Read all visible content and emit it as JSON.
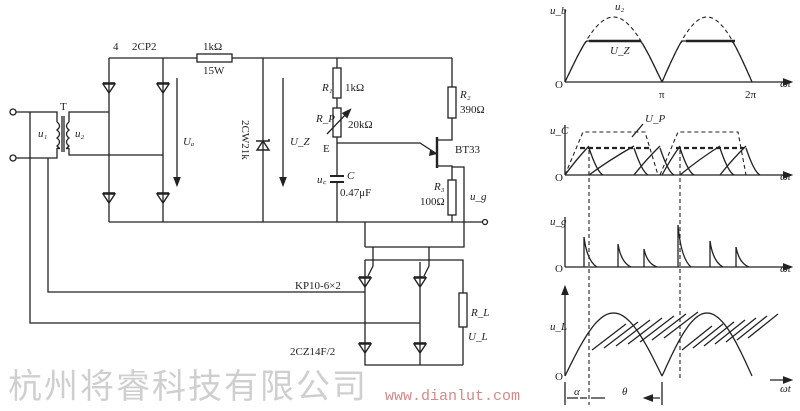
{
  "circuit": {
    "transformer_label": "T",
    "primary_label": "u₁",
    "secondary_label": "u₂",
    "bridge_diode_count": "4",
    "bridge_diode_type": "2CP2",
    "series_resistor_value": "1kΩ",
    "series_resistor_power": "15W",
    "rectified_voltage_label": "Uₐ",
    "zener_type": "2CW21k",
    "zener_voltage_label": "U_Z",
    "r1_label": "R₁",
    "r1_value": "1kΩ",
    "rp_label": "R_P",
    "rp_value": "20kΩ",
    "emitter_label": "E",
    "cap_voltage_label": "u꜀",
    "cap_label": "C",
    "cap_value": "0.47μF",
    "r2_label": "R₂",
    "r2_value": "390Ω",
    "ujt_label": "BT33",
    "r3_label": "R₃",
    "r3_value": "100Ω",
    "gate_voltage_label": "u_g",
    "thyristor_type": "KP10-6×2",
    "diode_type": "2CZ14F/2",
    "load_label": "R_L",
    "load_voltage_label": "U_L"
  },
  "waveforms": {
    "plot1": {
      "y_label": "u_b",
      "dashed_label": "u₂",
      "flat_label": "U_Z",
      "origin": "O",
      "pi": "π",
      "two_pi": "2π",
      "x_label": "ωt"
    },
    "plot2": {
      "y_label": "u_C",
      "dashed_label": "U_P",
      "origin": "O",
      "x_label": "ωt"
    },
    "plot3": {
      "y_label": "u_g",
      "origin": "O",
      "x_label": "ωt"
    },
    "plot4": {
      "y_label": "u_L",
      "origin": "O",
      "x_label": "ωt",
      "alpha": "α",
      "theta": "θ"
    }
  },
  "watermark": {
    "company": "杭州将睿科技有限公司",
    "url": "www.dianlut.com"
  }
}
